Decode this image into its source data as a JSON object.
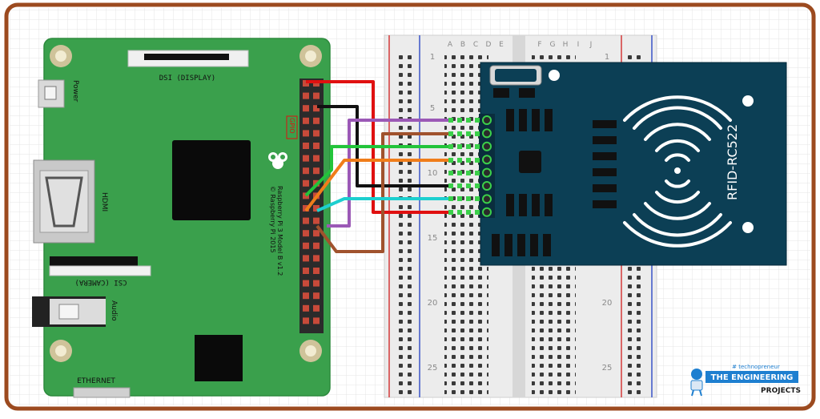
{
  "colors": {
    "frame": "#9c4a1f",
    "pi_board": "#3aa04c",
    "rfid_board": "#0c3f55",
    "breadboard": "#ececec",
    "rail_red": "#d33a3a",
    "rail_blue": "#3a55c8",
    "wire_red": "#e01010",
    "wire_black": "#111111",
    "wire_purple": "#9b59b6",
    "wire_brown": "#a0522d",
    "wire_green": "#22c43a",
    "wire_orange": "#f07d1a",
    "wire_cyan": "#1ccfcf",
    "logo_blue": "#1e7fd0"
  },
  "pi": {
    "dsi_label": "DSI (DISPLAY)",
    "power_label": "Power",
    "hdmi_label": "HDMI",
    "csi_label": "CSI (CAMERA)",
    "audio_label": "Audio",
    "ethernet_label": "ETHERNET",
    "gpio_label": "GPIO",
    "model_line1": "Raspberry Pi 3 Model B v1.2",
    "model_line2": "© Raspberry Pi 2015"
  },
  "breadboard": {
    "column_letters_left": [
      "A",
      "B",
      "C",
      "D",
      "E"
    ],
    "column_letters_right": [
      "F",
      "G",
      "H",
      "I",
      "J"
    ],
    "row_numbers": [
      "1",
      "5",
      "10",
      "15",
      "20",
      "25"
    ]
  },
  "rfid": {
    "label": "RFID-RC522"
  },
  "watermark": {
    "tagline": "# technopreneur",
    "line1": "THE ENGINEERING",
    "line2": "PROJECTS"
  }
}
